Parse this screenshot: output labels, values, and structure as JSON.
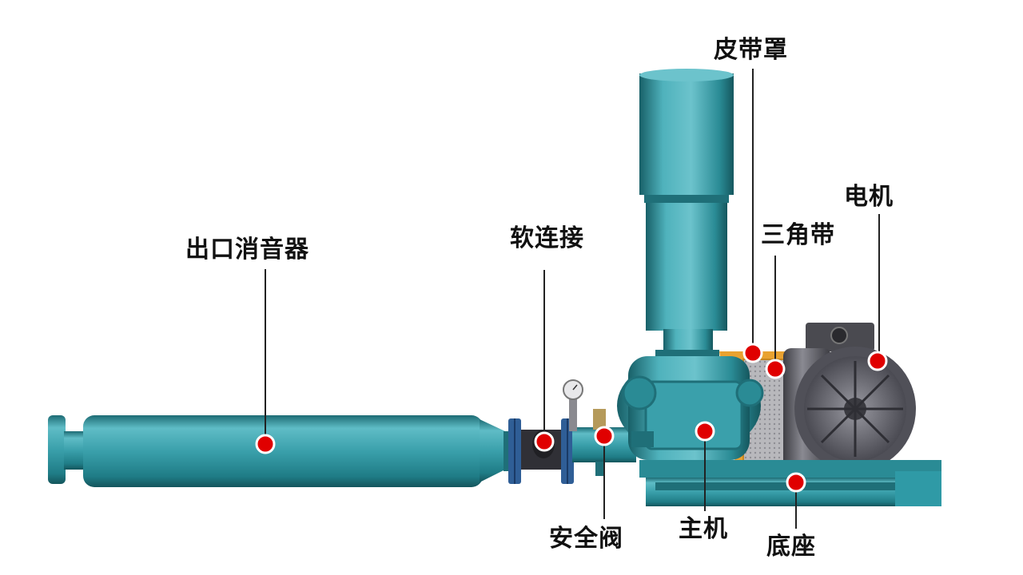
{
  "labels": {
    "outlet_muffler": "出口消音器",
    "soft_connection": "软连接",
    "belt_cover": "皮带罩",
    "motor": "电机",
    "v_belt": "三角带",
    "safety_valve": "安全阀",
    "main_unit": "主机",
    "base": "底座"
  },
  "colors": {
    "body_teal": "#2f9aa6",
    "body_dark": "#1f6f78",
    "body_light": "#6cc3cc",
    "marker_red": "#e00000",
    "belt_cover_orange": "#e9a230",
    "motor_grey": "#6a6a70",
    "leader_line": "#222222"
  }
}
